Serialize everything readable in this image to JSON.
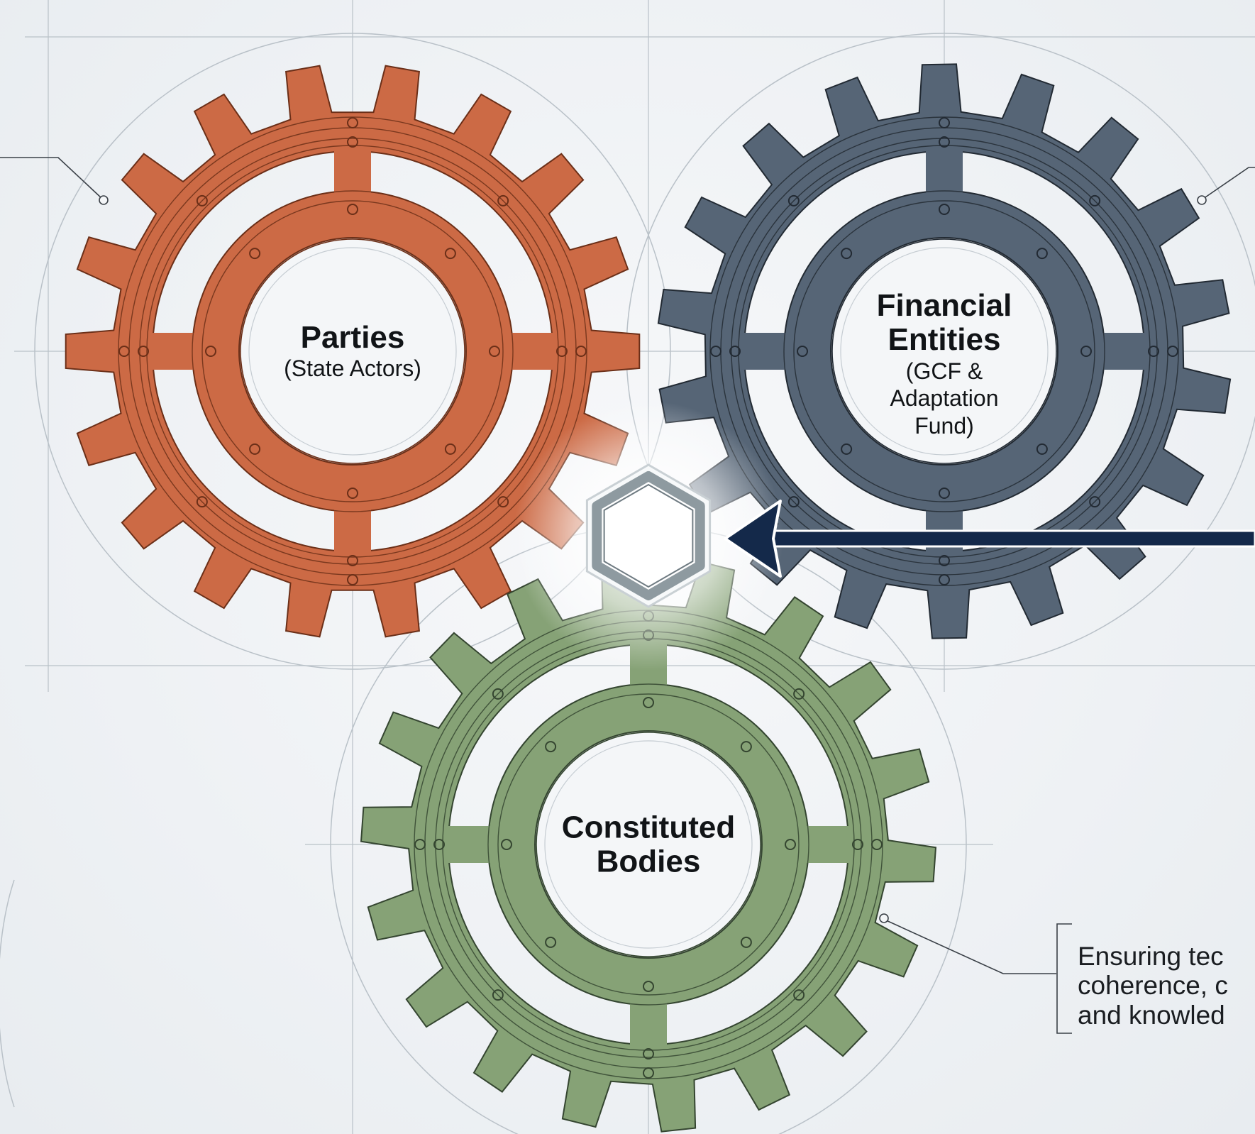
{
  "gears": [
    {
      "id": "parties",
      "title": "Parties",
      "subtitle": [
        "(State Actors)"
      ],
      "color": "#cc6a45",
      "stroke": "#6b2f18"
    },
    {
      "id": "financial",
      "title": "Financial Entities",
      "subtitle": [
        "(GCF &",
        "Adaptation",
        "Fund)"
      ],
      "color": "#566576",
      "stroke": "#222a33"
    },
    {
      "id": "constituted",
      "title": "Constituted Bodies",
      "subtitle": [],
      "color": "#86a276",
      "stroke": "#344530"
    }
  ],
  "hub": {
    "icon": "hexagon-hub-icon",
    "fill": "#ffffff",
    "border": "#8e9aa0"
  },
  "arrow": {
    "icon": "arrow-left-icon",
    "color": "#14294a"
  },
  "annotation": {
    "lines": [
      "Ensuring tec",
      "coherence, c",
      "and knowled"
    ]
  },
  "colors": {
    "background": "#eef1f4",
    "guide": "#b9c1c8"
  }
}
